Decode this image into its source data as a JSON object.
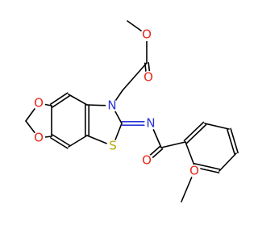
{
  "colors": {
    "carbon": "#000000",
    "oxygen": "#e8261a",
    "nitrogen": "#2a35d6",
    "sulfur": "#b5a800",
    "background": "#ffffff"
  },
  "atoms": {
    "o_ester_carbonyl": "O",
    "o_ester_ether": "O",
    "n_ring": "N",
    "s_ring": "S",
    "n_imine": "N",
    "o_amide": "O",
    "o_methoxy": "O",
    "o_dioxole_top": "O",
    "o_dioxole_bottom": "O"
  }
}
